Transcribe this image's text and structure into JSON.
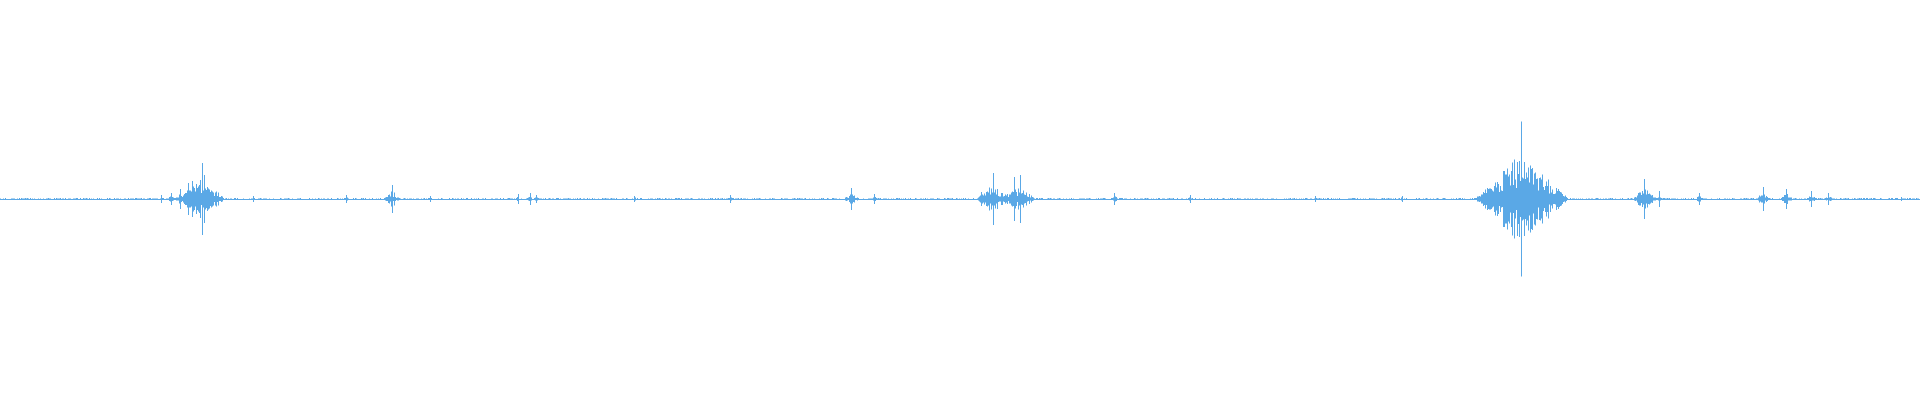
{
  "chart_data": {
    "type": "waveform",
    "title": "",
    "xlabel": "",
    "ylabel": "",
    "xlim": [
      0,
      1
    ],
    "ylim": [
      -1,
      1
    ],
    "grid": false,
    "legend": "none",
    "colors": {
      "waveform": "#5aa8e6",
      "background": "#ffffff"
    },
    "baseline_amplitude": 0.004,
    "series": [
      {
        "peaks": [
          {
            "x": 0.084,
            "amplitude": 0.02
          },
          {
            "x": 0.089,
            "amplitude": 0.03
          },
          {
            "x": 0.094,
            "amplitude": 0.05
          },
          {
            "x": 0.098,
            "amplitude": 0.08
          },
          {
            "x": 0.1,
            "amplitude": 0.09
          },
          {
            "x": 0.102,
            "amplitude": 0.05
          },
          {
            "x": 0.105,
            "amplitude": 0.18
          },
          {
            "x": 0.106,
            "amplitude": 0.12
          },
          {
            "x": 0.108,
            "amplitude": 0.06
          },
          {
            "x": 0.132,
            "amplitude": 0.015
          },
          {
            "x": 0.18,
            "amplitude": 0.02
          },
          {
            "x": 0.204,
            "amplitude": 0.07
          },
          {
            "x": 0.224,
            "amplitude": 0.015
          },
          {
            "x": 0.27,
            "amplitude": 0.025
          },
          {
            "x": 0.276,
            "amplitude": 0.03
          },
          {
            "x": 0.279,
            "amplitude": 0.02
          },
          {
            "x": 0.33,
            "amplitude": 0.015
          },
          {
            "x": 0.38,
            "amplitude": 0.02
          },
          {
            "x": 0.38,
            "amplitude": 0.02
          },
          {
            "x": 0.443,
            "amplitude": 0.055
          },
          {
            "x": 0.455,
            "amplitude": 0.025
          },
          {
            "x": 0.511,
            "amplitude": 0.035
          },
          {
            "x": 0.517,
            "amplitude": 0.13
          },
          {
            "x": 0.528,
            "amplitude": 0.11
          },
          {
            "x": 0.531,
            "amplitude": 0.12
          },
          {
            "x": 0.58,
            "amplitude": 0.03
          },
          {
            "x": 0.62,
            "amplitude": 0.02
          },
          {
            "x": 0.685,
            "amplitude": 0.015
          },
          {
            "x": 0.73,
            "amplitude": 0.015
          },
          {
            "x": 0.78,
            "amplitude": 0.025
          },
          {
            "x": 0.792,
            "amplitude": 0.39
          },
          {
            "x": 0.856,
            "amplitude": 0.1
          },
          {
            "x": 0.864,
            "amplitude": 0.04
          },
          {
            "x": 0.885,
            "amplitude": 0.03
          },
          {
            "x": 0.918,
            "amplitude": 0.06
          },
          {
            "x": 0.93,
            "amplitude": 0.05
          },
          {
            "x": 0.943,
            "amplitude": 0.04
          },
          {
            "x": 0.952,
            "amplitude": 0.03
          },
          {
            "x": 0.99,
            "amplitude": 0.01
          }
        ]
      }
    ]
  }
}
